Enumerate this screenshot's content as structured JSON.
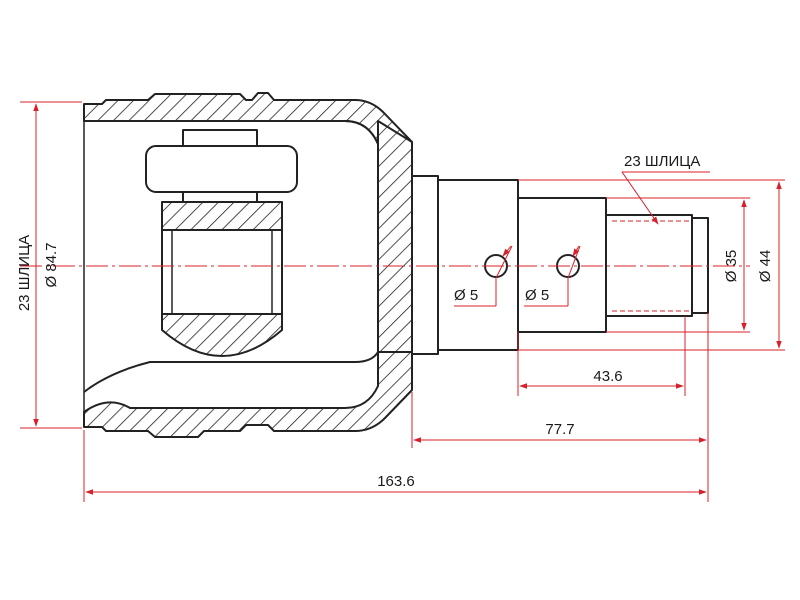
{
  "labels": {
    "overall_length": "163.6",
    "stem_length": "77.7",
    "spline_length": "43.6",
    "outer_diameter": "Ø 84.7",
    "outer_splines": "23 ШЛИЦА",
    "inner_splines": "23 ШЛИЦА",
    "shaft_diameter_35": "Ø 35",
    "shaft_diameter_44": "Ø 44",
    "hole_1": "Ø 5",
    "hole_2": "Ø 5"
  },
  "colors": {
    "dimension_lines": "#d8202a",
    "outline": "#222222",
    "hatch": "#222222",
    "background": "#ffffff"
  }
}
